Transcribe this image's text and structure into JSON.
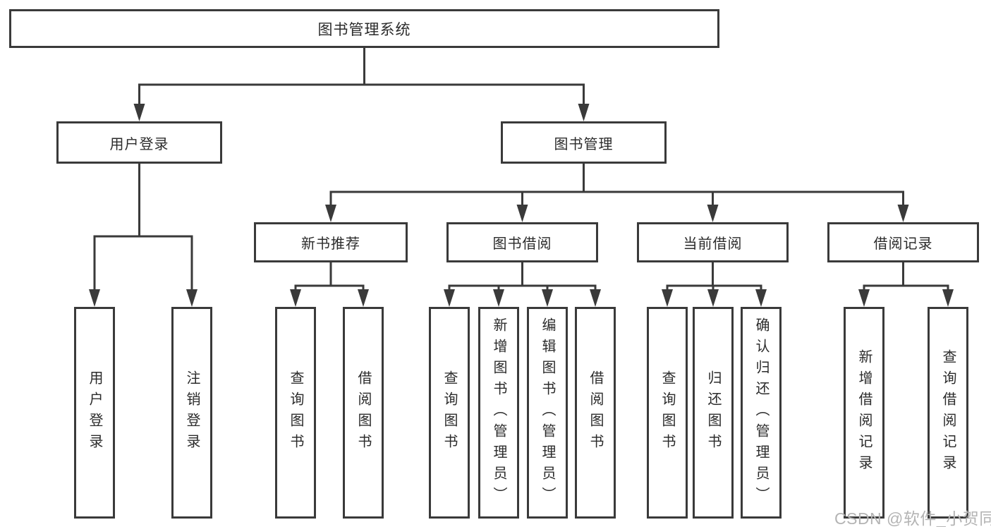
{
  "diagram": {
    "title": "图书管理系统",
    "nodes": {
      "root": "图书管理系统",
      "user_login": "用户登录",
      "book_management": "图书管理",
      "new_book_recommend": "新书推荐",
      "book_borrowing": "图书借阅",
      "current_borrowing": "当前借阅",
      "borrowing_records": "借阅记录",
      "leaf_user_login": "用户登录",
      "leaf_logout": "注销登录",
      "leaf_nb_query_books": "查询图书",
      "leaf_nb_borrow_books": "借阅图书",
      "leaf_bb_query_books": "查询图书",
      "leaf_bb_add_books_admin": "新增图书（管理员）",
      "leaf_bb_edit_books_admin": "编辑图书（管理员）",
      "leaf_bb_borrow_books": "借阅图书",
      "leaf_cb_query_books": "查询图书",
      "leaf_cb_return_books": "归还图书",
      "leaf_cb_confirm_return_admin": "确认归还（管理员）",
      "leaf_br_add_record": "新增借阅记录",
      "leaf_br_query_record": "查询借阅记录"
    },
    "colors": {
      "line": "#3a3a3a",
      "text": "#2b2b2b",
      "watermark": "#b4b4b4"
    },
    "watermark": "CSDN @软件_小贺同学"
  }
}
